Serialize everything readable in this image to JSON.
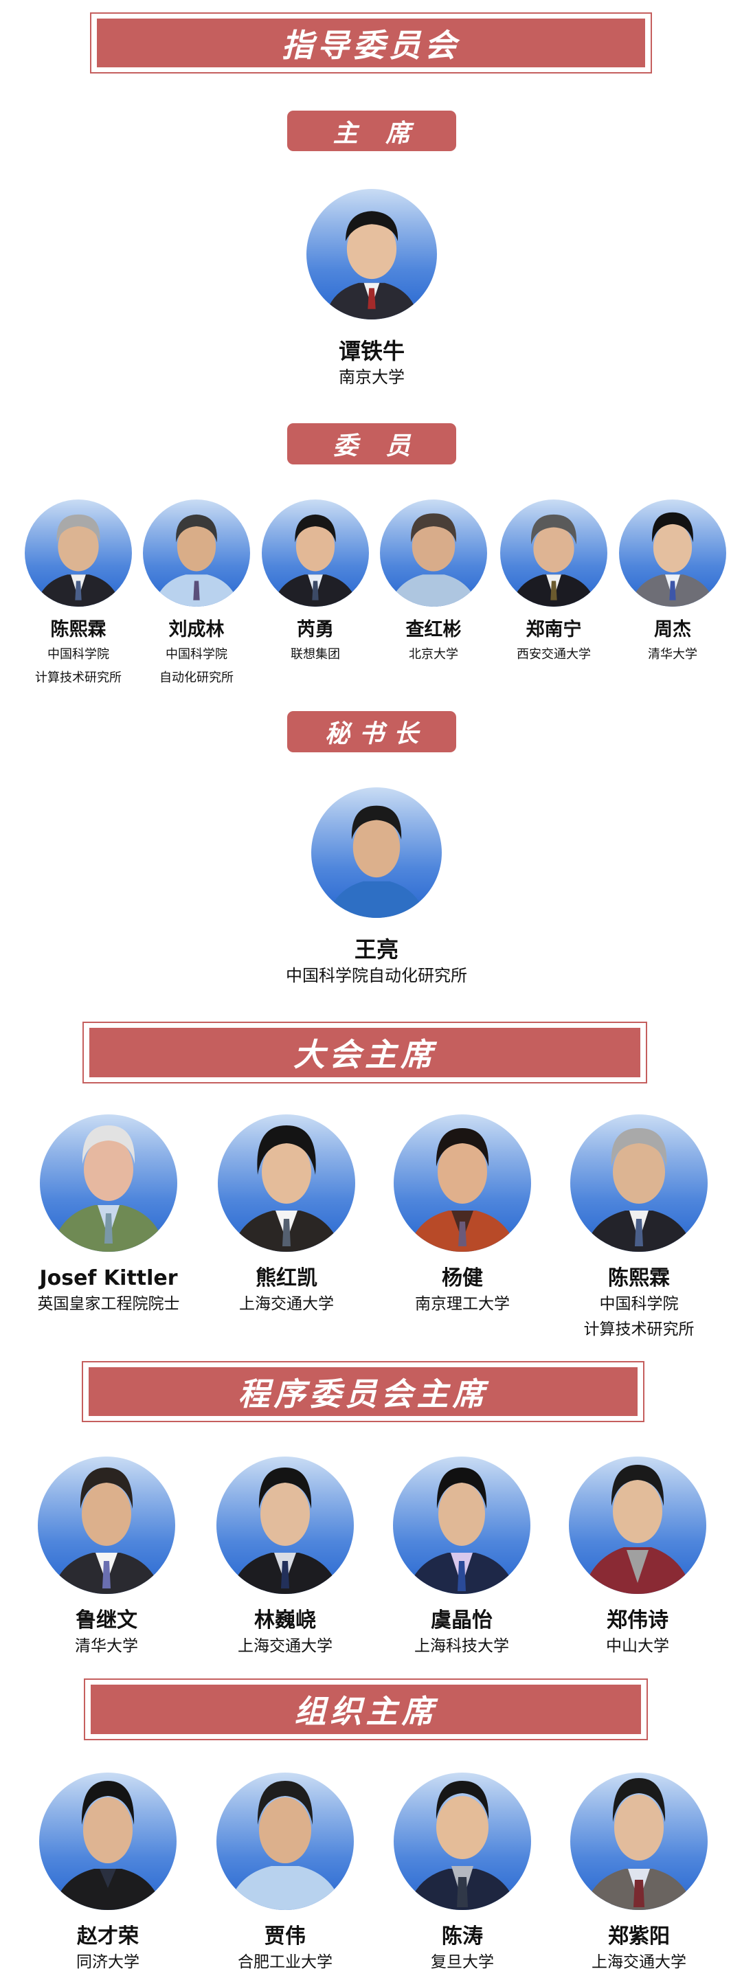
{
  "colors": {
    "accent": "#c55f5e",
    "avatar_top": "#c9dcf4",
    "avatar_bottom": "#2565cf",
    "text": "#111111"
  },
  "steering_committee": {
    "title": "指导委员会",
    "chair": {
      "label": "主 席",
      "people": [
        {
          "name": "谭铁牛",
          "affiliation": [
            "南京大学"
          ],
          "attire": "dark-suit-red-tie",
          "hair": "black"
        }
      ]
    },
    "members": {
      "label": "委 员",
      "people": [
        {
          "name": "陈熙霖",
          "affiliation": [
            "中国科学院",
            "计算技术研究所"
          ],
          "attire": "dark-suit",
          "hair": "gray"
        },
        {
          "name": "刘成林",
          "affiliation": [
            "中国科学院",
            "自动化研究所"
          ],
          "attire": "light-blue-shirt",
          "hair": "dark-gray"
        },
        {
          "name": "芮勇",
          "affiliation": [
            "联想集团"
          ],
          "attire": "dark-suit",
          "hair": "black"
        },
        {
          "name": "查红彬",
          "affiliation": [
            "北京大学"
          ],
          "attire": "light-blue-shirt",
          "hair": "dark-gray"
        },
        {
          "name": "郑南宁",
          "affiliation": [
            "西安交通大学"
          ],
          "attire": "dark-suit",
          "hair": "gray"
        },
        {
          "name": "周杰",
          "affiliation": [
            "清华大学"
          ],
          "attire": "gray-suit",
          "hair": "black"
        }
      ]
    },
    "secretary_general": {
      "label": "秘书长",
      "people": [
        {
          "name": "王亮",
          "affiliation": [
            "中国科学院自动化研究所"
          ],
          "attire": "blue-shirt",
          "hair": "black"
        }
      ]
    }
  },
  "general_chairs": {
    "title": "大会主席",
    "people": [
      {
        "name": "Josef Kittler",
        "affiliation": [
          "英国皇家工程院院士"
        ],
        "attire": "green-jacket",
        "hair": "white"
      },
      {
        "name": "熊红凯",
        "affiliation": [
          "上海交通大学"
        ],
        "attire": "dark-suit",
        "hair": "black"
      },
      {
        "name": "杨健",
        "affiliation": [
          "南京理工大学"
        ],
        "attire": "red-jacket",
        "hair": "black"
      },
      {
        "name": "陈熙霖",
        "affiliation": [
          "中国科学院",
          "计算技术研究所"
        ],
        "attire": "dark-suit",
        "hair": "gray"
      }
    ]
  },
  "program_chairs": {
    "title": "程序委员会主席",
    "people": [
      {
        "name": "鲁继文",
        "affiliation": [
          "清华大学"
        ],
        "attire": "dark-suit",
        "hair": "black"
      },
      {
        "name": "林巍峣",
        "affiliation": [
          "上海交通大学"
        ],
        "attire": "dark-suit",
        "hair": "black"
      },
      {
        "name": "虞晶怡",
        "affiliation": [
          "上海科技大学"
        ],
        "attire": "navy-suit",
        "hair": "black"
      },
      {
        "name": "郑伟诗",
        "affiliation": [
          "中山大学"
        ],
        "attire": "maroon-jacket",
        "hair": "black"
      }
    ]
  },
  "organizing_chairs": {
    "title": "组织主席",
    "people": [
      {
        "name": "赵才荣",
        "affiliation": [
          "同济大学"
        ],
        "attire": "black-jacket",
        "hair": "black"
      },
      {
        "name": "贾伟",
        "affiliation": [
          "合肥工业大学"
        ],
        "attire": "light-blue-shirt",
        "hair": "black"
      },
      {
        "name": "陈涛",
        "affiliation": [
          "复旦大学"
        ],
        "attire": "navy-suit",
        "hair": "black"
      },
      {
        "name": "郑紫阳",
        "affiliation": [
          "上海交通大学"
        ],
        "attire": "gray-suit",
        "hair": "black"
      }
    ]
  }
}
